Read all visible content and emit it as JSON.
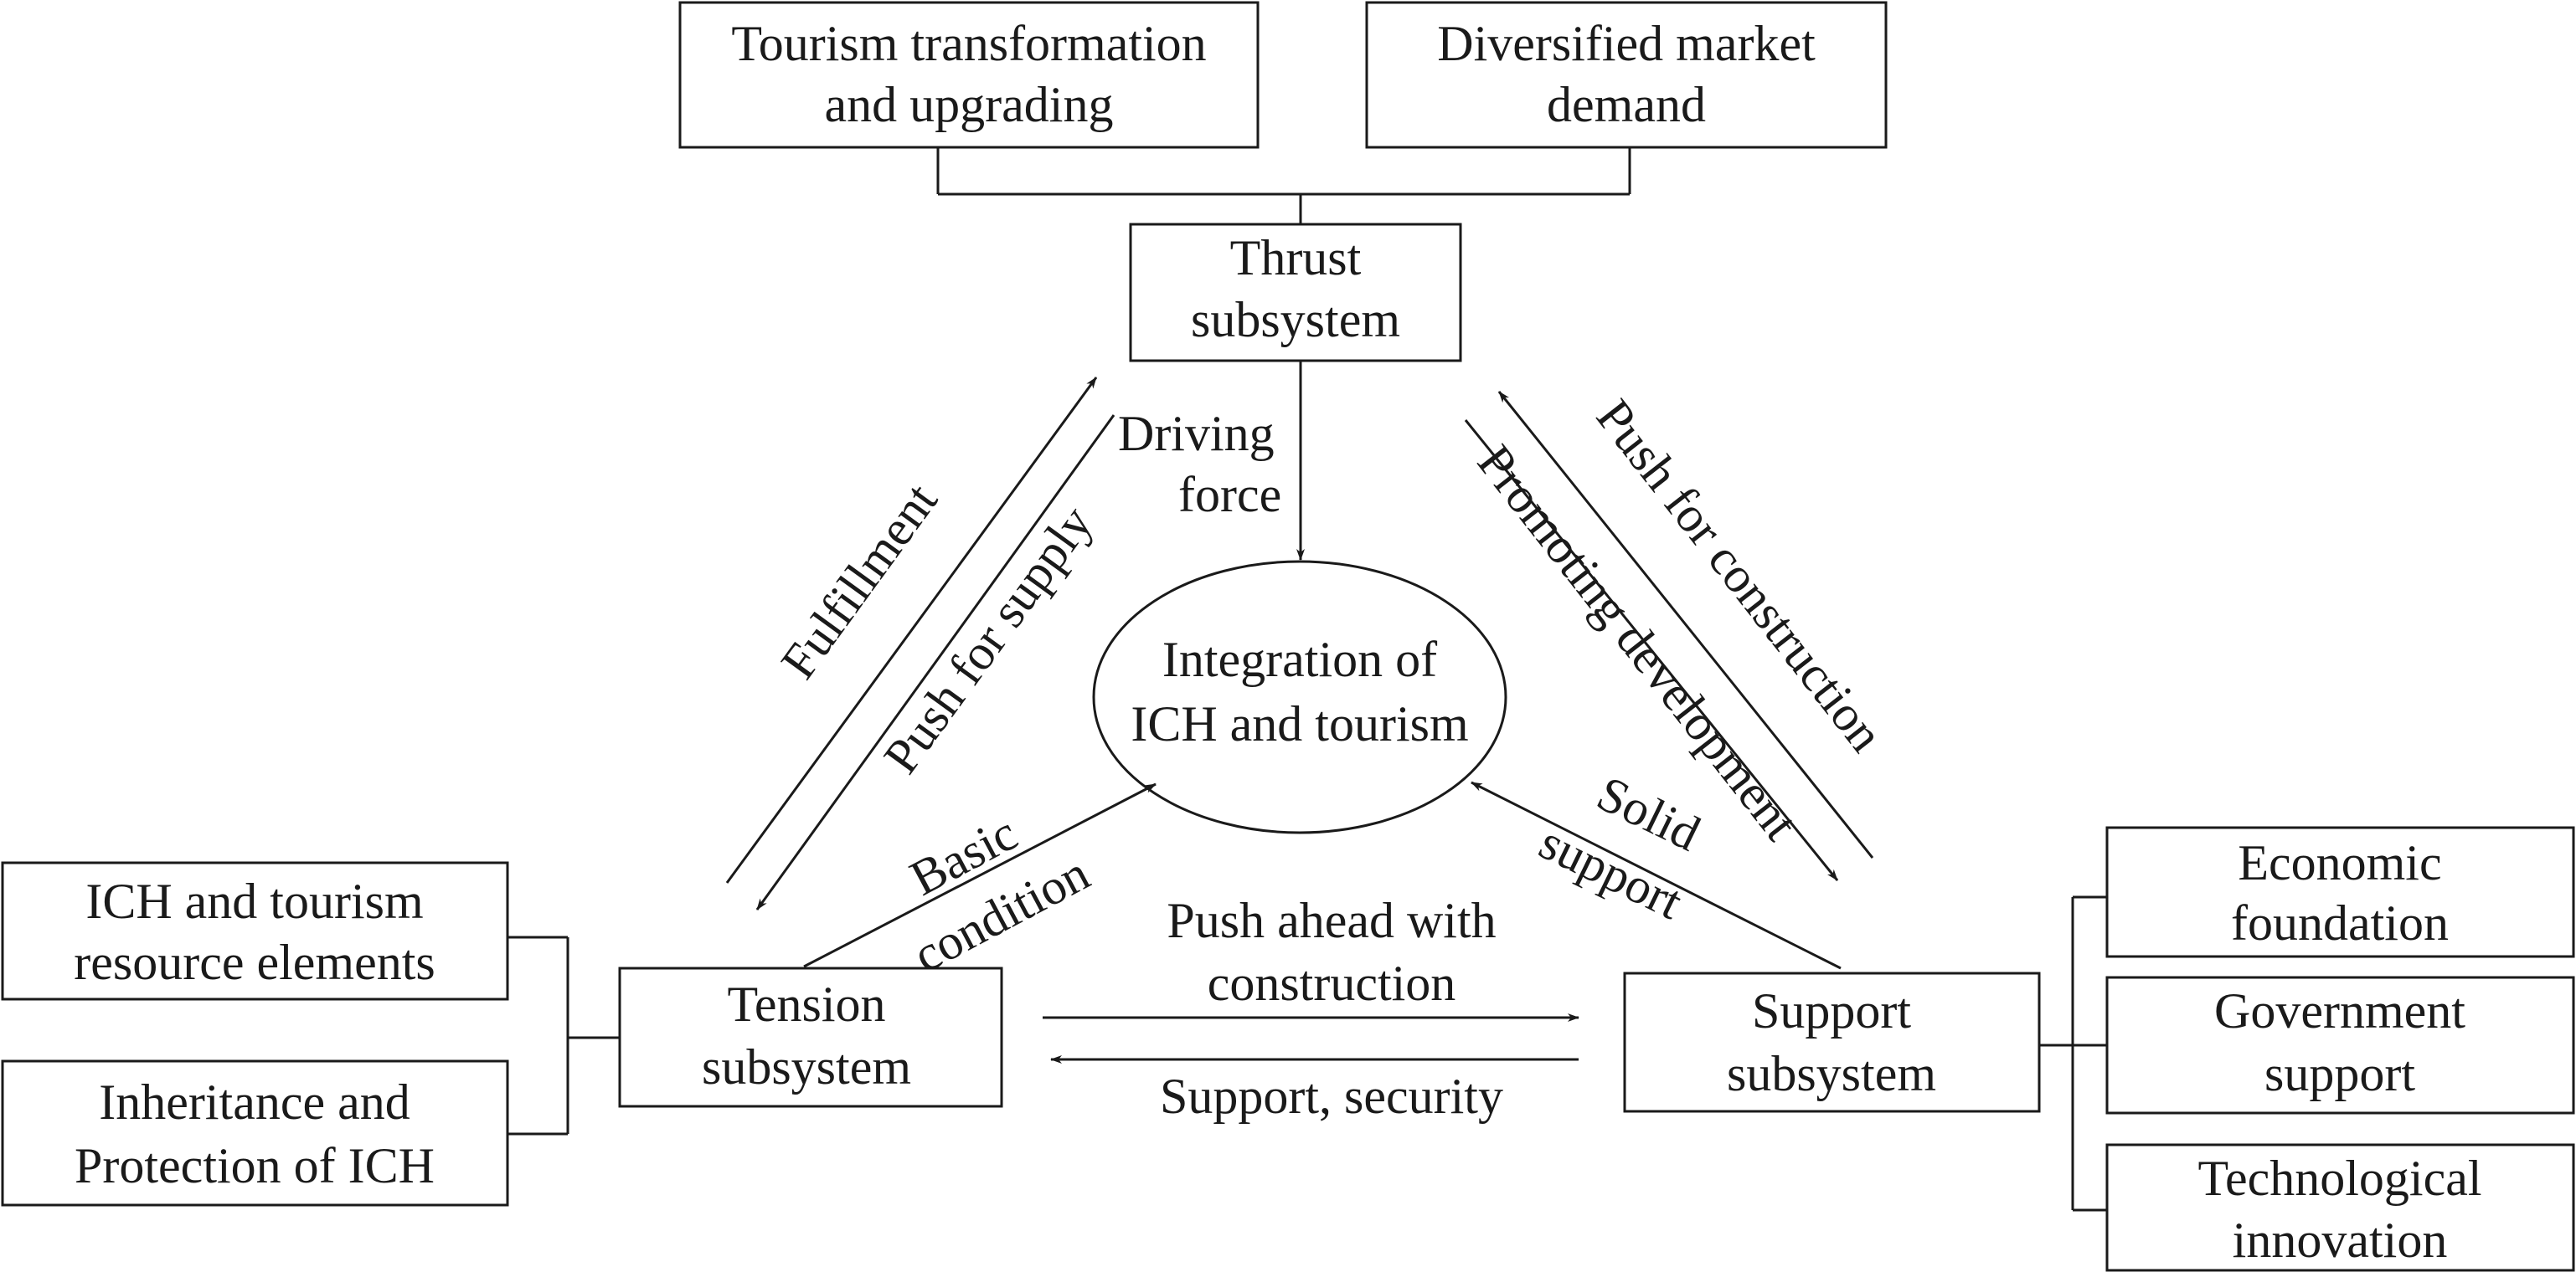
{
  "center": {
    "line1": "Integration of",
    "line2": "ICH and tourism"
  },
  "thrust": {
    "line1": "Thrust",
    "line2": "subsystem",
    "drivers": [
      {
        "line1": "Tourism transformation",
        "line2": "and upgrading"
      },
      {
        "line1": "Diversified market",
        "line2": "demand"
      }
    ]
  },
  "tension": {
    "line1": "Tension",
    "line2": "subsystem",
    "drivers": [
      {
        "line1": "ICH and tourism",
        "line2": "resource elements"
      },
      {
        "line1": "Inheritance and",
        "line2": "Protection of ICH"
      }
    ]
  },
  "support": {
    "line1": "Support",
    "line2": "subsystem",
    "drivers": [
      {
        "line1": "Economic",
        "line2": "foundation"
      },
      {
        "line1": "Government",
        "line2": "support"
      },
      {
        "line1": "Technological",
        "line2": "innovation"
      }
    ]
  },
  "relations": {
    "driving_force": {
      "line1": "Driving",
      "line2": "force"
    },
    "fulfillment": "Fulfillment",
    "push_for_supply": "Push for supply",
    "basic_condition": {
      "line1": "Basic",
      "line2": "condition"
    },
    "push_for_construction": "Push for construction",
    "promoting_development": "Promoting development",
    "solid_support": {
      "line1": "Solid",
      "line2": "support"
    },
    "push_ahead": {
      "line1": "Push ahead with",
      "line2": "construction"
    },
    "support_security": "Support, security"
  }
}
